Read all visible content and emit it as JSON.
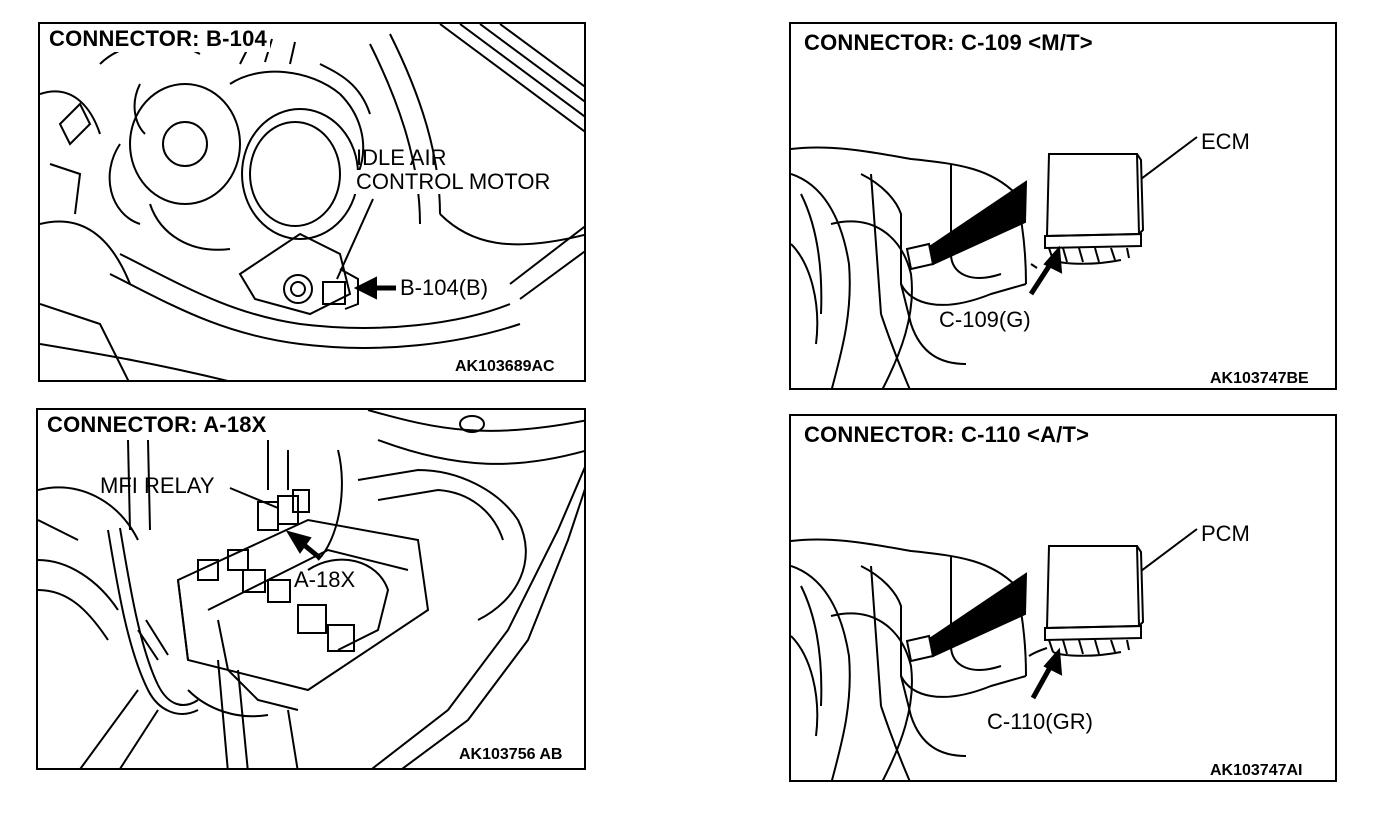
{
  "panels": {
    "b104": {
      "title": "CONNECTOR: B-104",
      "component_line1": "IDLE AIR",
      "component_line2": "CONTROL MOTOR",
      "connector_label": "B-104(B)",
      "figure_code": "AK103689AC"
    },
    "a18x": {
      "title": "CONNECTOR: A-18X",
      "component": "MFI RELAY",
      "connector_label": "A-18X",
      "figure_code": "AK103756 AB"
    },
    "c109": {
      "title": "CONNECTOR: C-109 <M/T>",
      "component": "ECM",
      "connector_label": "C-109(G)",
      "figure_code": "AK103747BE"
    },
    "c110": {
      "title": "CONNECTOR: C-110 <A/T>",
      "component": "PCM",
      "connector_label": "C-110(GR)",
      "figure_code": "AK103747AI"
    }
  }
}
